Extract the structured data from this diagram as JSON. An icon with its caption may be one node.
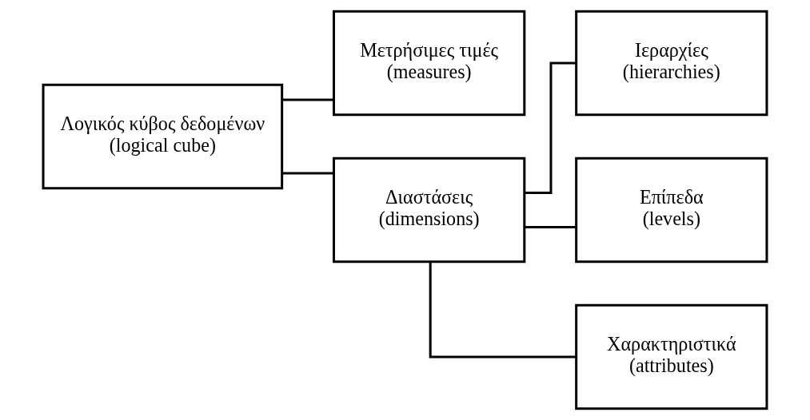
{
  "diagram": {
    "nodes": [
      {
        "text": [
          "Λογικός κύβος δεδομένων",
          "(logical cube)"
        ]
      },
      {
        "text": [
          "Μετρήσιμες τιμές",
          "(measures)"
        ]
      },
      {
        "text": [
          "Διαστάσεις",
          "(dimensions)"
        ]
      },
      {
        "text": [
          "Ιεραρχίες",
          "(hierarchies)"
        ]
      },
      {
        "text": [
          "Επίπεδα",
          "(levels)"
        ]
      },
      {
        "text": [
          "Χαρακτηριστικά",
          "(attributes)"
        ]
      }
    ],
    "edges": [
      {
        "from": 0,
        "to": 1,
        "arrow": "none"
      },
      {
        "from": 0,
        "to": 2,
        "arrow": "none"
      },
      {
        "from": 2,
        "to": 3,
        "arrow": "none"
      },
      {
        "from": 2,
        "to": 4,
        "arrow": "none"
      },
      {
        "from": 2,
        "to": 5,
        "arrow": "none"
      }
    ]
  }
}
